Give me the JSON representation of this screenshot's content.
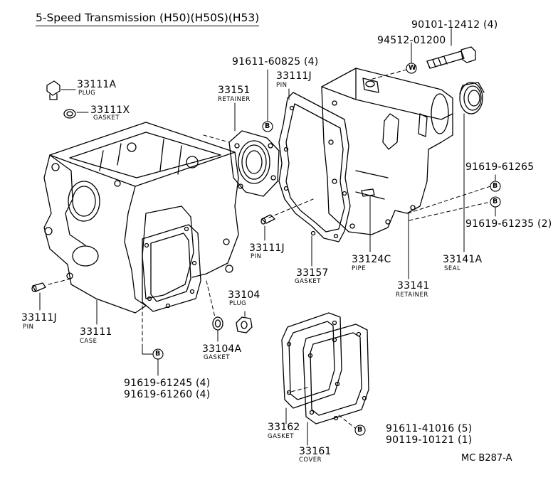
{
  "title": "5-Speed Transmission (H50)(H50S)(H53)",
  "reference": "MC B287-A",
  "marker": "B",
  "marker_w": "W",
  "parts": {
    "p90101": "90101-12412 (4)",
    "p94512": "94512-01200",
    "p91611_60825": "91611-60825 (4)",
    "p33111J_top": "33111J",
    "p33111J_top_sub": "PIN",
    "p33151": "33151",
    "p33151_sub": "RETAINER",
    "p33111A": "33111A",
    "p33111A_sub": "PLUG",
    "p33111X": "33111X",
    "p33111X_sub": "GASKET",
    "p91619_61265": "91619-61265",
    "p91619_61235": "91619-61235 (2)",
    "p33111J_mid": "33111J",
    "p33111J_mid_sub": "PIN",
    "p33157": "33157",
    "p33157_sub": "GASKET",
    "p33124C": "33124C",
    "p33124C_sub": "PIPE",
    "p33141": "33141",
    "p33141_sub": "RETAINER",
    "p33141A": "33141A",
    "p33141A_sub": "SEAL",
    "p33104": "33104",
    "p33104_sub": "PLUG",
    "p33111J_left": "33111J",
    "p33111J_left_sub": "PIN",
    "p33111": "33111",
    "p33111_sub": "CASE",
    "p33104A": "33104A",
    "p33104A_sub": "GASKET",
    "p91619_61245": "91619-61245 (4)",
    "p91619_61260": "91619-61260 (4)",
    "p33162": "33162",
    "p33162_sub": "GASKET",
    "p33161": "33161",
    "p33161_sub": "COVER",
    "p91611_41016": "91611-41016 (5)",
    "p90119_10121": "90119-10121 (1)"
  }
}
